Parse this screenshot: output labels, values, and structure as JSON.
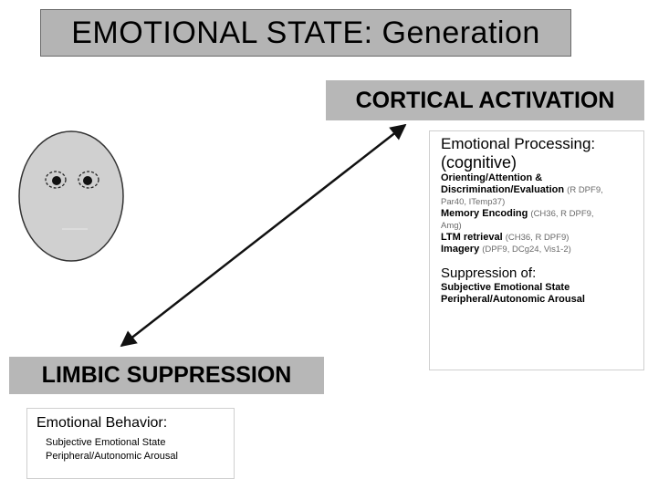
{
  "title": "EMOTIONAL STATE: Generation",
  "cortical_label": "CORTICAL ACTIVATION",
  "limbic_label": "LIMBIC SUPPRESSION",
  "cognitive_panel": {
    "heading_line1": "Emotional Processing:",
    "heading_line2": "(cognitive)",
    "items": [
      {
        "name": "Orienting/Attention &",
        "ref": ""
      },
      {
        "name": "Discrimination/Evaluation",
        "ref": "(R DPF9,"
      },
      {
        "name": "",
        "ref": "Par40, ITemp37)"
      },
      {
        "name": "Memory Encoding",
        "ref": "(CH36, R DPF9,"
      },
      {
        "name": "",
        "ref": "Amg)"
      },
      {
        "name": "LTM retrieval",
        "ref": "(CH36, R DPF9)"
      },
      {
        "name": "Imagery",
        "ref": "(DPF9, DCg24, Vis1-2)"
      }
    ],
    "suppression_heading": "Suppression of:",
    "suppression_items": [
      "Subjective Emotional State",
      "Peripheral/Autonomic Arousal"
    ]
  },
  "behavior_panel": {
    "heading": "Emotional Behavior:",
    "items": [
      "Subjective Emotional State",
      "Peripheral/Autonomic Arousal"
    ]
  },
  "colors": {
    "label_fill": "#b7b7b7",
    "face_fill": "#d0d0d0",
    "arrow": "#111111"
  }
}
